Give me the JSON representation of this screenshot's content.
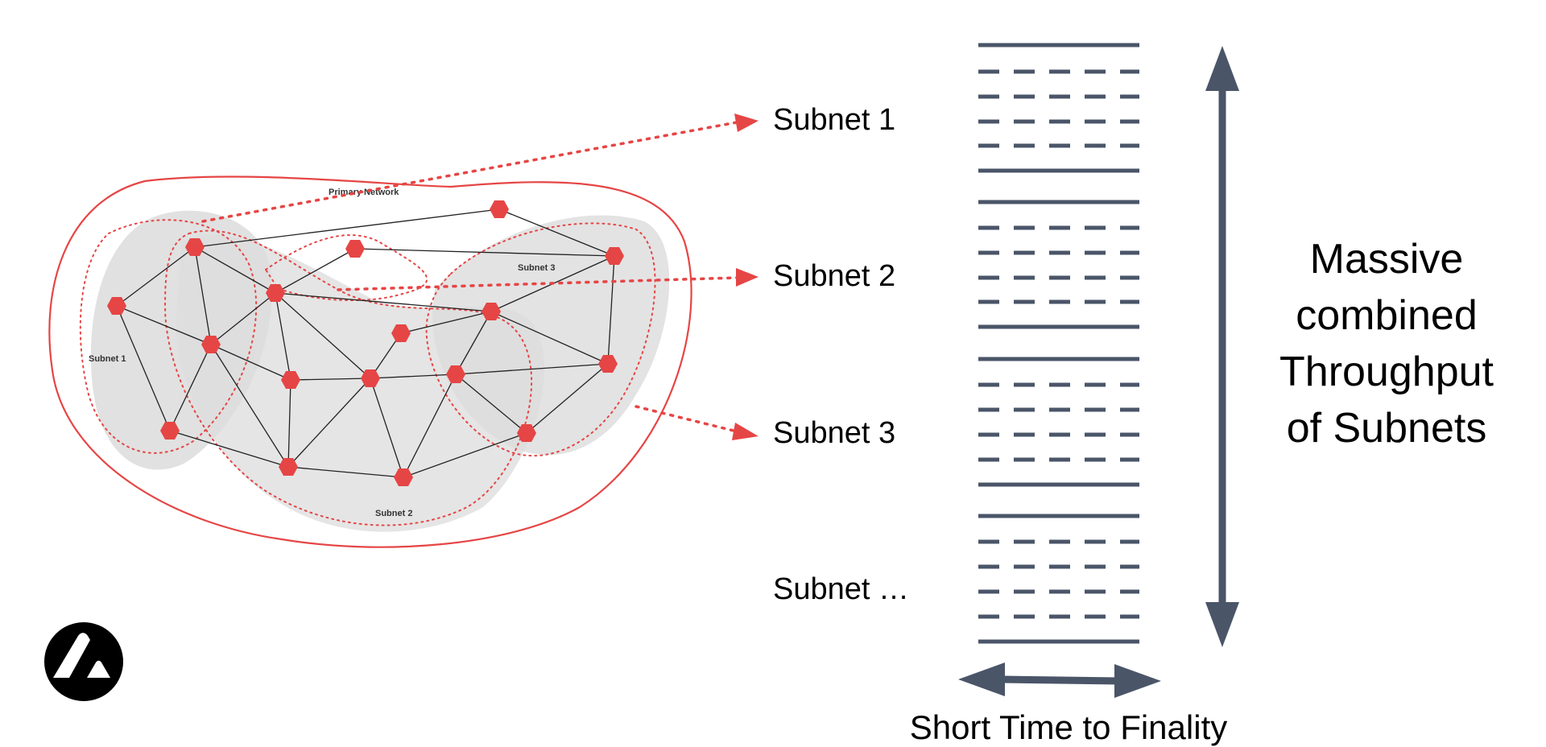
{
  "diagram": {
    "primary_network_label": "Primary Network",
    "cluster_labels": {
      "subnet1": "Subnet 1",
      "subnet2": "Subnet 2",
      "subnet3": "Subnet 3"
    },
    "subnet_list": [
      "Subnet 1",
      "Subnet 2",
      "Subnet 3",
      "Subnet …"
    ],
    "vertical_axis_label": [
      "Massive",
      "combined",
      "Throughput",
      "of Subnets"
    ],
    "horizontal_axis_label": "Short Time to Finality",
    "colors": {
      "node": "#e64545",
      "outline": "#e64545",
      "cluster_fill": "#dcdcdc",
      "lines": "#4a5568",
      "logo": "#000000"
    },
    "logo_icon": "avalanche-logo-icon"
  }
}
